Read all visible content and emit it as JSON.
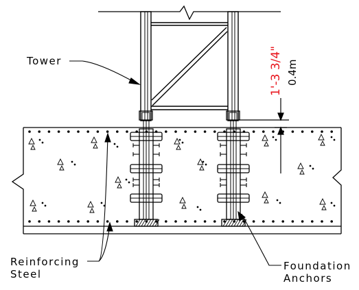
{
  "labels": {
    "tower": "Tower",
    "reinforcing_line1": "Reinforcing",
    "reinforcing_line2": "Steel",
    "anchors_line1": "Foundation",
    "anchors_line2": "Anchors"
  },
  "dimension": {
    "imperial": "1'-3 3/4\"",
    "metric": "0.4m"
  },
  "colors": {
    "line": "#000000",
    "imperial_dimension": "#e8141c",
    "background": "#ffffff"
  }
}
